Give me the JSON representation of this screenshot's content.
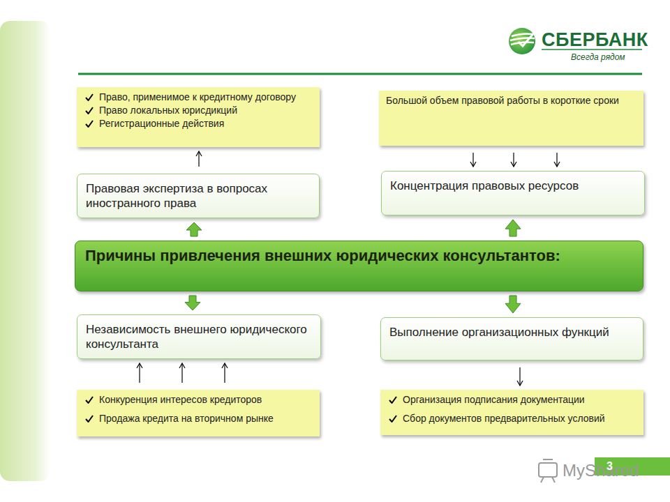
{
  "diagram": {
    "nodes": [
      {
        "text": [
          "Право, применимое к кредитному договору",
          "Право локальных юрисдикций",
          "Регистрационные действия"
        ]
      },
      {
        "text": [
          "Большой объем правовой работы в короткие сроки"
        ]
      },
      {
        "text": [
          "Правовая экспертиза в вопросах иностранного права"
        ]
      },
      {
        "text": [
          "Концентрация правовых ресурсов"
        ]
      },
      {
        "text": [
          "Причины привлечения внешних юридических консультантов:"
        ]
      },
      {
        "text": [
          "Независимость внешнего юридического консультанта"
        ]
      },
      {
        "text": [
          "Выполнение организационных функций"
        ]
      },
      {
        "text": [
          "Конкуренция интересов кредиторов",
          "Продажа кредита на вторичном рынке"
        ]
      },
      {
        "text": [
          "Организация подписания документации",
          "Сбор документов предварительных условий"
        ]
      }
    ],
    "edges": [
      {
        "from": 4,
        "to": 2,
        "arrow": "to"
      },
      {
        "from": 4,
        "to": 3,
        "arrow": "to"
      },
      {
        "from": 4,
        "to": 5,
        "arrow": "to"
      },
      {
        "from": 4,
        "to": 6,
        "arrow": "to"
      },
      {
        "from": 2,
        "to": 0,
        "arrow": "to"
      },
      {
        "from": 1,
        "to": 3,
        "arrow": "to"
      },
      {
        "from": 1,
        "to": 3,
        "arrow": "to"
      },
      {
        "from": 1,
        "to": 3,
        "arrow": "to"
      },
      {
        "from": 7,
        "to": 5,
        "arrow": "to"
      },
      {
        "from": 7,
        "to": 5,
        "arrow": "to"
      },
      {
        "from": 7,
        "to": 5,
        "arrow": "to"
      },
      {
        "from": 6,
        "to": 8,
        "arrow": "to"
      }
    ],
    "labels": [
      "СБЕРБАНК",
      "Всегда рядом",
      "MyShared",
      "3"
    ]
  }
}
